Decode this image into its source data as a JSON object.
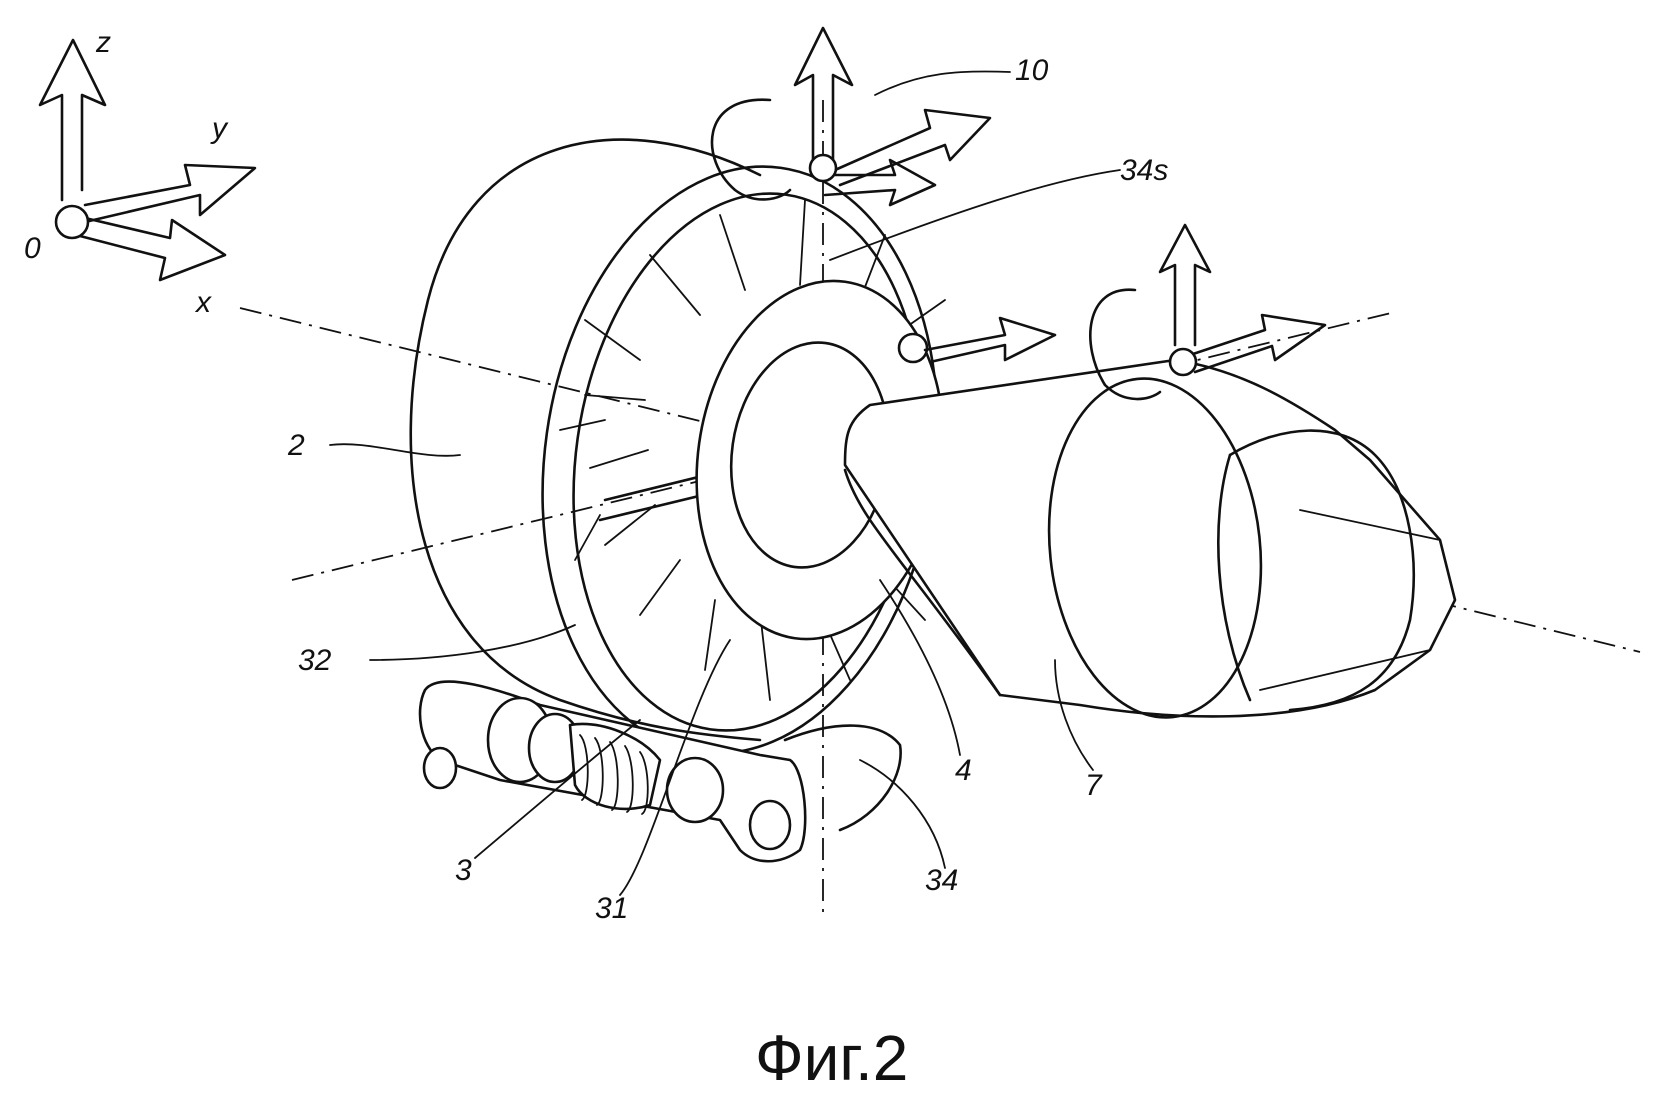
{
  "axes": {
    "z": "z",
    "y": "y",
    "x": "x",
    "origin": "0"
  },
  "labels": {
    "l10": "10",
    "l34s": "34s",
    "l2": "2",
    "l32": "32",
    "l3": "3",
    "l31": "31",
    "l34": "34",
    "l4": "4",
    "l7": "7"
  },
  "caption": "Фиг.2"
}
